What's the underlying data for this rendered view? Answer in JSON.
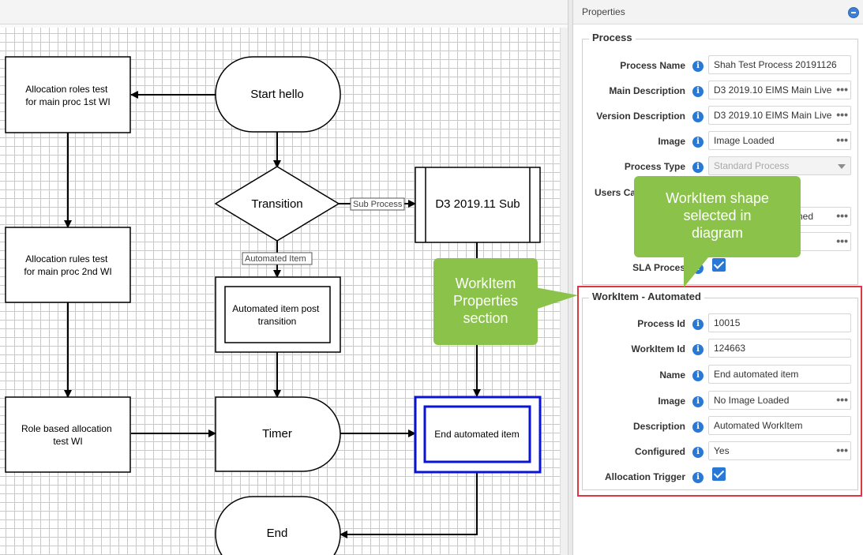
{
  "diagram": {
    "shapes": {
      "alloc_roles_1st": "Allocation roles test\nfor main proc 1st WI",
      "start_hello": "Start hello",
      "alloc_rules_2nd": "Allocation rules test\nfor main proc 2nd WI",
      "transition": "Transition",
      "sub_process": "D3 2019.11 Sub",
      "automated_post": "Automated item post\ntransition",
      "role_based": "Role based allocation\ntest WI",
      "timer": "Timer",
      "end_automated": "End automated item",
      "end": "End"
    },
    "connector_labels": {
      "sub_process": "Sub Process",
      "automated_item": "Automated Item"
    }
  },
  "properties": {
    "title": "Properties",
    "process_section": {
      "legend": "Process",
      "rows": [
        {
          "label": "Process Name",
          "value": "Shah Test Process 20191126",
          "control": "text"
        },
        {
          "label": "Main Description",
          "value": "D3 2019.10 EIMS Main Live",
          "control": "ellipsis"
        },
        {
          "label": "Version Description",
          "value": "D3 2019.10 EIMS Main Live",
          "control": "ellipsis"
        },
        {
          "label": "Image",
          "value": "Image Loaded",
          "control": "ellipsis"
        },
        {
          "label": "Process Type",
          "value": "Standard Process",
          "control": "dropdown-disabled"
        }
      ],
      "users_label_partial": "Users Ca",
      "hidden_value_fragment": "ned",
      "sla_label_partial": "SLA Proces",
      "sla_checked": true
    },
    "workitem_section": {
      "legend": "WorkItem - Automated",
      "rows": [
        {
          "label": "Process Id",
          "value": "10015",
          "control": "text"
        },
        {
          "label": "WorkItem Id",
          "value": "124663",
          "control": "text"
        },
        {
          "label": "Name",
          "value": "End automated item",
          "control": "text"
        },
        {
          "label": "Image",
          "value": "No Image Loaded",
          "control": "ellipsis"
        },
        {
          "label": "Description",
          "value": "Automated WorkItem",
          "control": "text"
        },
        {
          "label": "Configured",
          "value": "Yes",
          "control": "ellipsis"
        }
      ],
      "allocation_trigger_label": "Allocation Trigger",
      "allocation_trigger_checked": true
    }
  },
  "callouts": {
    "shape_selected": "WorkItem shape\nselected in\ndiagram",
    "properties_section": "WorkItem\nProperties\nsection"
  },
  "colors": {
    "selection": "#0a14d6",
    "highlight": "#e0363f",
    "callout": "#8bc34a",
    "info": "#2a78d6"
  },
  "icons": {
    "info": "info-icon",
    "ellipsis": "ellipsis-icon",
    "collapse": "collapse-icon",
    "checkbox": "checkbox-checked-icon",
    "dropdown": "chevron-down-icon"
  }
}
